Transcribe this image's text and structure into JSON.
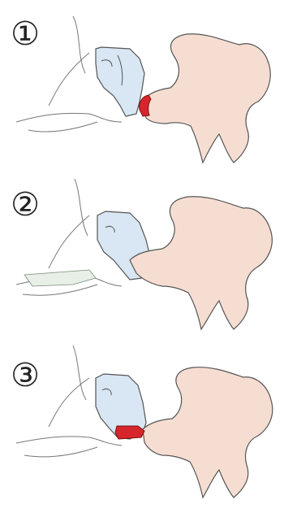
{
  "panels": [
    {
      "number": "①",
      "variant": "normal",
      "highlight": "red-tip"
    },
    {
      "number": "②",
      "variant": "shifted",
      "highlight": "none"
    },
    {
      "number": "③",
      "variant": "block",
      "highlight": "red-block"
    }
  ],
  "colors": {
    "bone": "#f6ddd2",
    "cartilage": "#d9e6f3",
    "outline": "#555555",
    "highlight": "#d7262b"
  }
}
